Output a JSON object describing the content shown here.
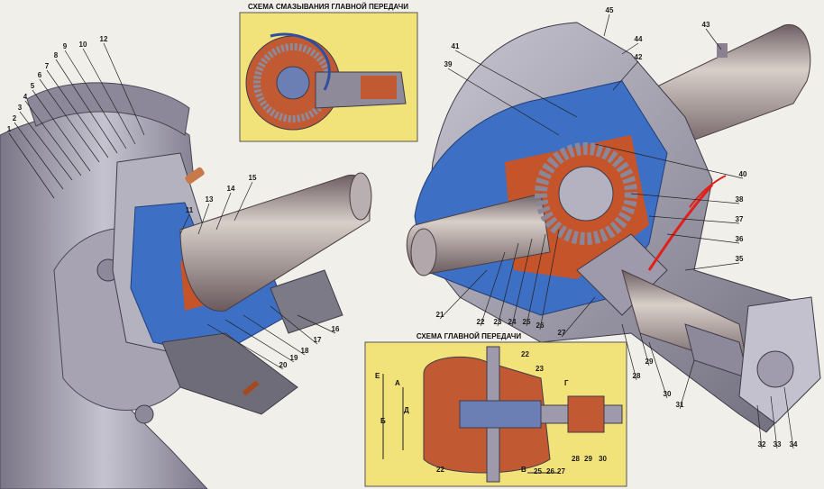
{
  "inset_top": {
    "title": "СХЕМА СМАЗЫВАНИЯ ГЛАВНОЙ ПЕРЕДАЧИ"
  },
  "inset_bottom": {
    "title": "СХЕМА ГЛАВНОЙ ПЕРЕДАЧИ",
    "dimensions": [
      "Е",
      "А",
      "Д",
      "Б",
      "Г",
      "В"
    ],
    "callouts": [
      "22",
      "23",
      "22",
      "25",
      "26",
      "27",
      "28",
      "29",
      "30"
    ]
  },
  "callouts": [
    "1",
    "2",
    "3",
    "4",
    "5",
    "6",
    "7",
    "8",
    "9",
    "10",
    "11",
    "12",
    "13",
    "14",
    "15",
    "16",
    "17",
    "18",
    "19",
    "20",
    "21",
    "22",
    "23",
    "24",
    "25",
    "26",
    "27",
    "28",
    "29",
    "30",
    "31",
    "32",
    "33",
    "34",
    "35",
    "36",
    "37",
    "38",
    "39",
    "40",
    "41",
    "42",
    "43",
    "44",
    "45"
  ],
  "colors": {
    "background": "#f1efe9",
    "inset_bg": "#f2e27a",
    "metal": "#9a97a6",
    "cut_blue": "#3d6fc4",
    "cut_red": "#c5542a",
    "annotation_red": "#e0201a"
  }
}
